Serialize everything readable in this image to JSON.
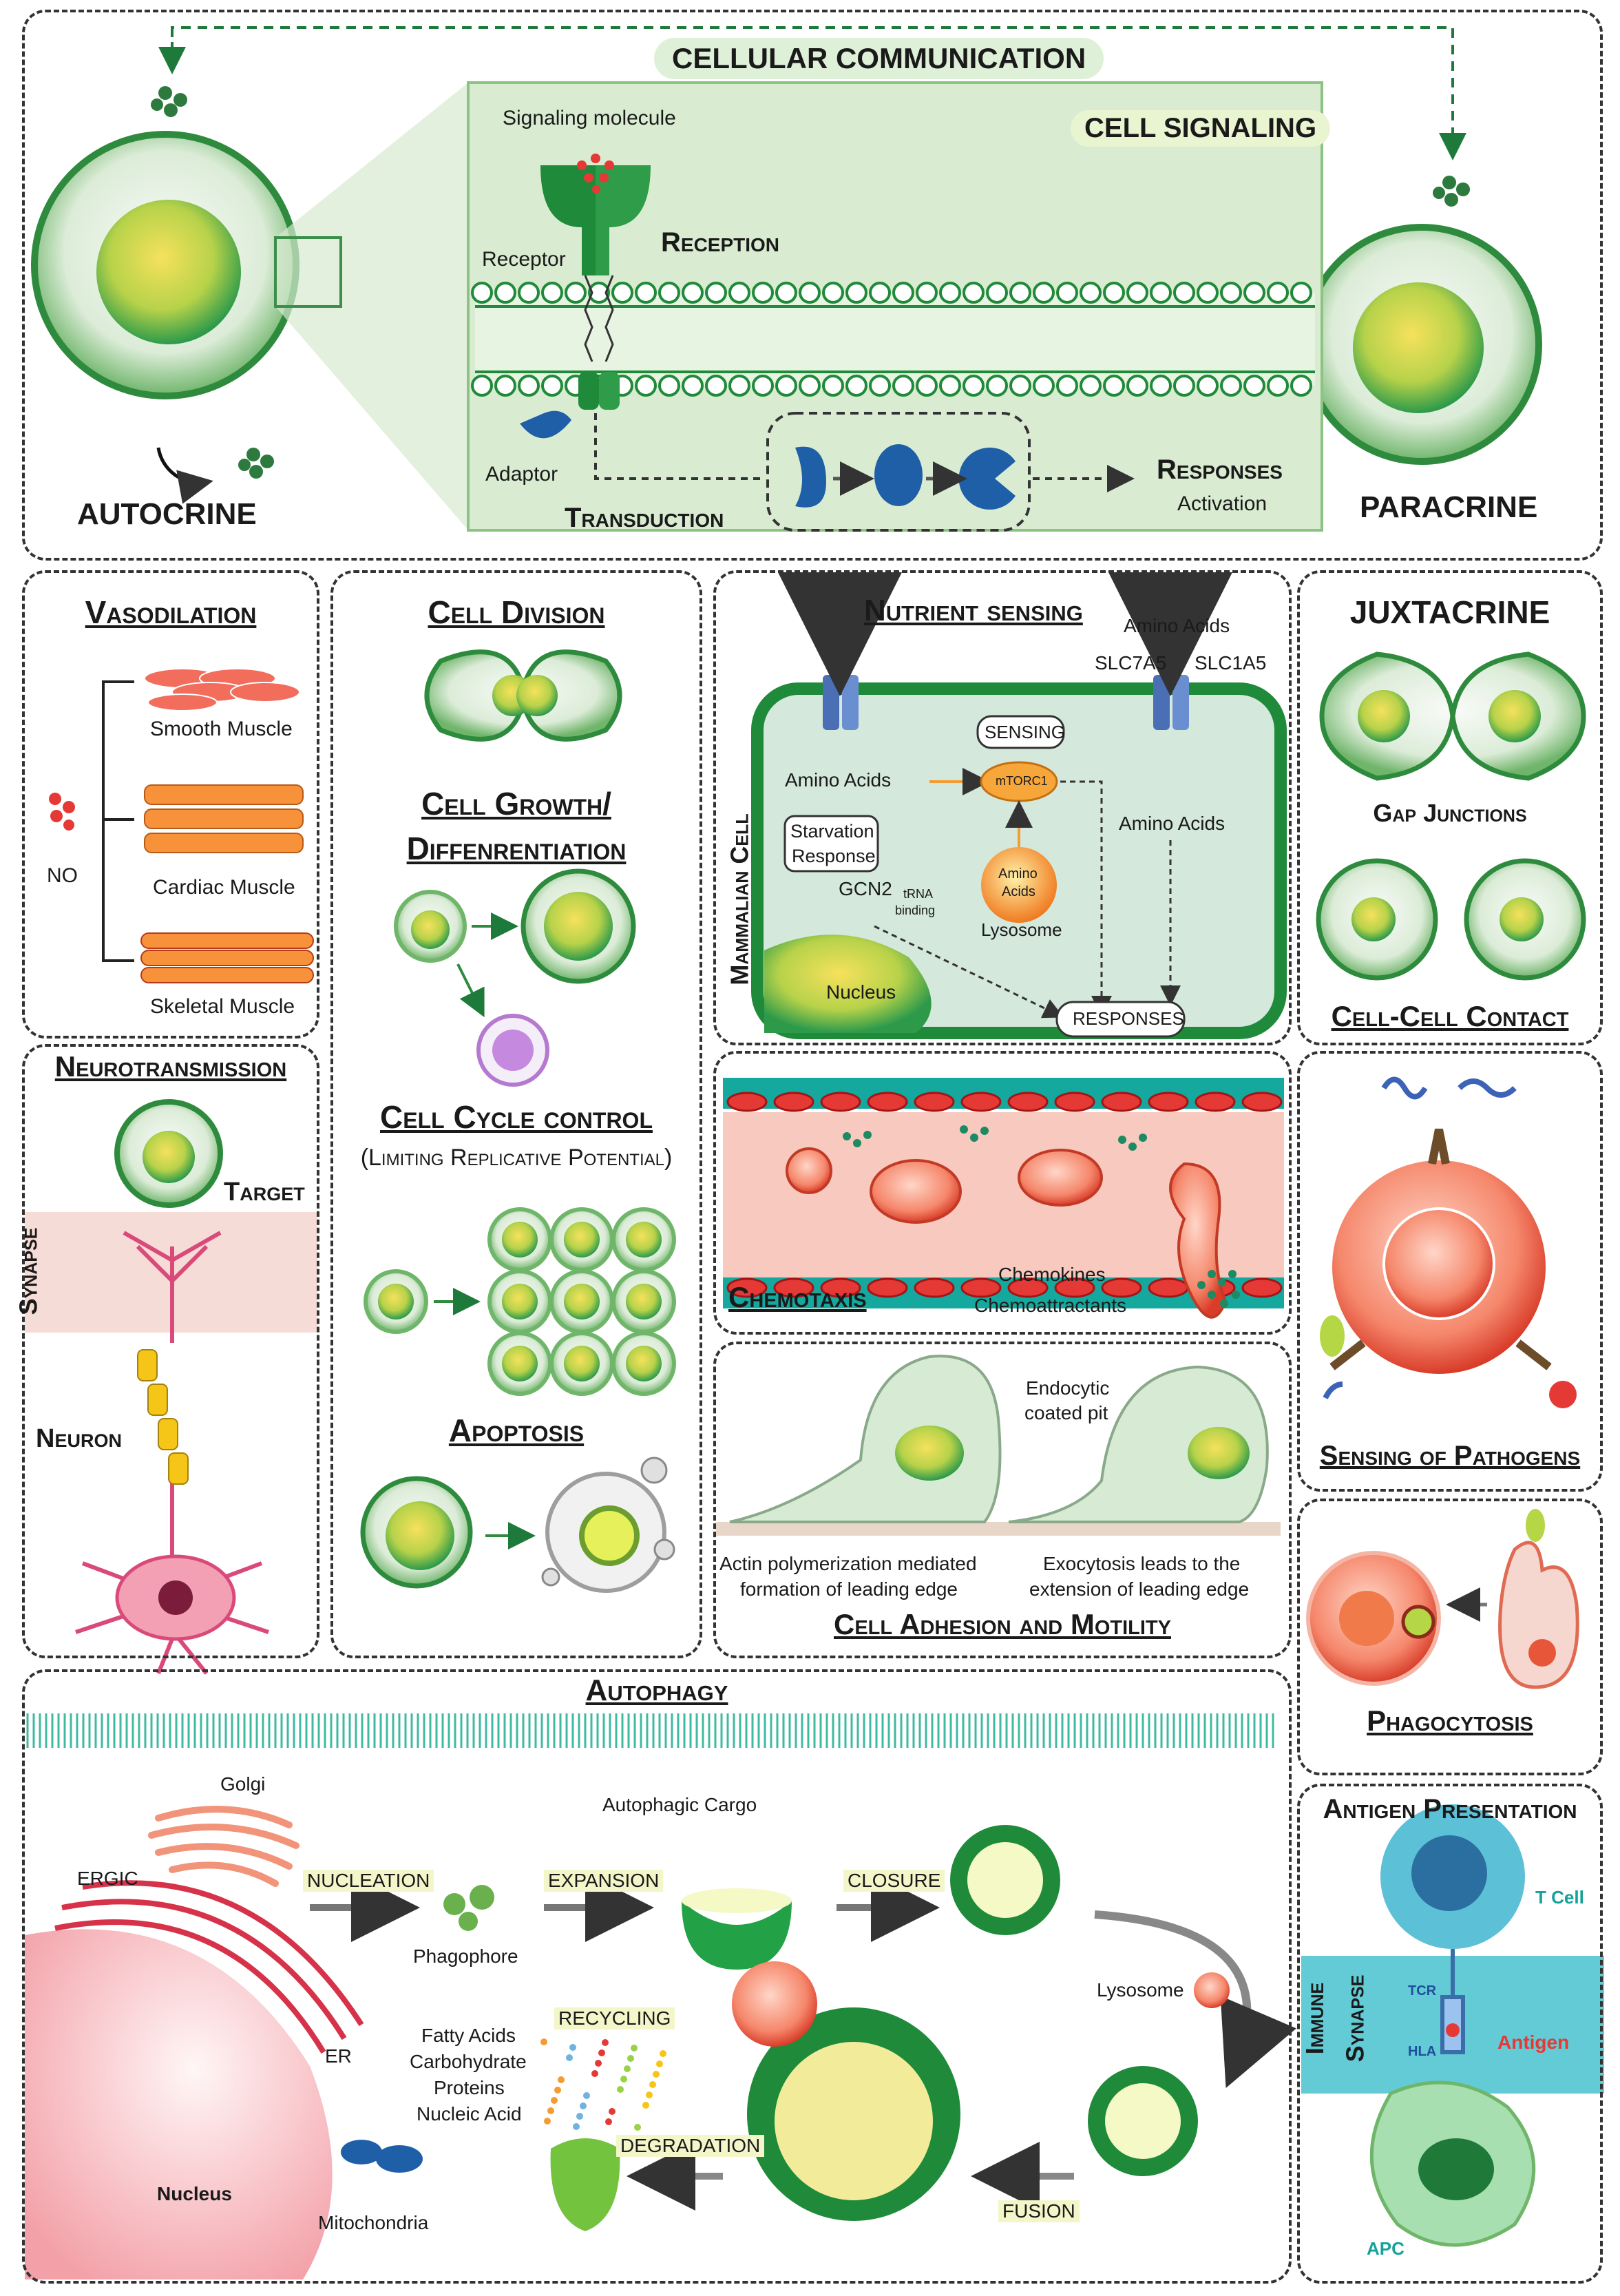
{
  "communication": {
    "title": "CELLULAR COMMUNICATION",
    "cell_signaling": "CELL SIGNALING",
    "signaling_molecule": "Signaling molecule",
    "receptor": "Receptor",
    "reception": "Reception",
    "adaptor": "Adaptor",
    "transduction": "Transduction",
    "responses": "Responses",
    "activation": "Activation",
    "autocrine": "AUTOCRINE",
    "paracrine": "PARACRINE"
  },
  "vasodilation": {
    "title": "Vasodilation",
    "no": "NO",
    "smooth": "Smooth Muscle",
    "cardiac": "Cardiac Muscle",
    "skeletal": "Skeletal Muscle"
  },
  "neurotransmission": {
    "title": "Neurotransmission",
    "target": "Target",
    "synapse": "Synapse",
    "neuron": "Neuron"
  },
  "cell_division": {
    "title": "Cell Division",
    "growth_1": "Cell Growth/",
    "growth_2": "Diffenrentiation",
    "cycle": "Cell Cycle control",
    "cycle_sub": "(Limiting Replicative Potential)",
    "apoptosis": "Apoptosis"
  },
  "nutrient": {
    "title": "Nutrient sensing",
    "amino_acids_top": "Amino Acids",
    "slc7a5": "SLC7A5",
    "slc1a5": "SLC1A5",
    "mammalian_cell": "Mammalian Cell",
    "amino_acids_left": "Amino Acids",
    "sensing": "SENSING",
    "mtorc1": "mTORC1",
    "amino_acids_right": "Amino Acids",
    "starvation_1": "Starvation",
    "starvation_2": "Response",
    "gcn2": "GCN2",
    "trna_1": "tRNA",
    "trna_2": "binding",
    "lys_aa_1": "Amino",
    "lys_aa_2": "Acids",
    "lysosome": "Lysosome",
    "nucleus": "Nucleus",
    "responses": "RESPONSES"
  },
  "juxtacrine": {
    "title": "JUXTACRINE",
    "gap": "Gap Junctions",
    "contact": "Cell-Cell Contact"
  },
  "chemotaxis": {
    "title": "Chemotaxis",
    "chemokines": "Chemokines",
    "chemoattractants": "Chemoattractants"
  },
  "adhesion": {
    "title": "Cell Adhesion and Motility",
    "endocytic_1": "Endocytic",
    "endocytic_2": "coated pit",
    "actin_1": "Actin polymerization mediated",
    "actin_2": "formation of leading edge",
    "exo_1": "Exocytosis leads to the",
    "exo_2": "extension of leading edge"
  },
  "pathogens": {
    "title": "Sensing of Pathogens"
  },
  "phagocytosis": {
    "title": "Phagocytosis"
  },
  "antigen": {
    "title": "Antigen Presentation",
    "tcell": "T Cell",
    "immune_1": "Immune",
    "immune_2": "Synapse",
    "tcr": "TCR",
    "hla": "HLA",
    "antigen": "Antigen",
    "apc": "APC"
  },
  "autophagy": {
    "title": "Autophagy",
    "golgi": "Golgi",
    "ergic": "ERGIC",
    "nucleation": "NUCLEATION",
    "phagophore": "Phagophore",
    "autophagic_cargo": "Autophagic Cargo",
    "expansion": "EXPANSION",
    "closure": "CLOSURE",
    "lysosome": "Lysosome",
    "er": "ER",
    "fatty": "Fatty Acids",
    "carbo": "Carbohydrate",
    "proteins": "Proteins",
    "nucleic": "Nucleic Acid",
    "recycling": "RECYCLING",
    "degradation": "DEGRADATION",
    "fusion": "FUSION",
    "nucleus": "Nucleus",
    "mitochondria": "Mitochondria"
  },
  "colors": {
    "dark_green": "#1e7a3a",
    "mid_green": "#4caf50",
    "pale_green": "#dcefd8",
    "orange": "#f39c34",
    "red": "#e53935",
    "teal": "#15a29a"
  }
}
